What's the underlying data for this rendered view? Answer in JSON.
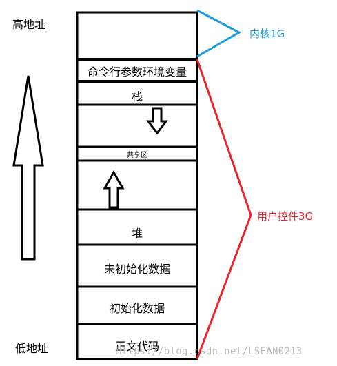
{
  "address": {
    "high": "高地址",
    "low": "低地址"
  },
  "segments": {
    "kernel_top": "",
    "cmdline_env": "命令行参数环境变量",
    "stack": "栈",
    "shared": "共享区",
    "heap": "堆",
    "bss": "未初始化数据",
    "data": "初始化数据",
    "text": "正文代码"
  },
  "regions": {
    "kernel": "内核1G",
    "user": "用户控件3G"
  },
  "watermark": "https://blog.csdn.net/LSFAN0213",
  "colors": {
    "kernel": "#1a9be0",
    "user": "#e8232b",
    "outline": "#000000"
  }
}
